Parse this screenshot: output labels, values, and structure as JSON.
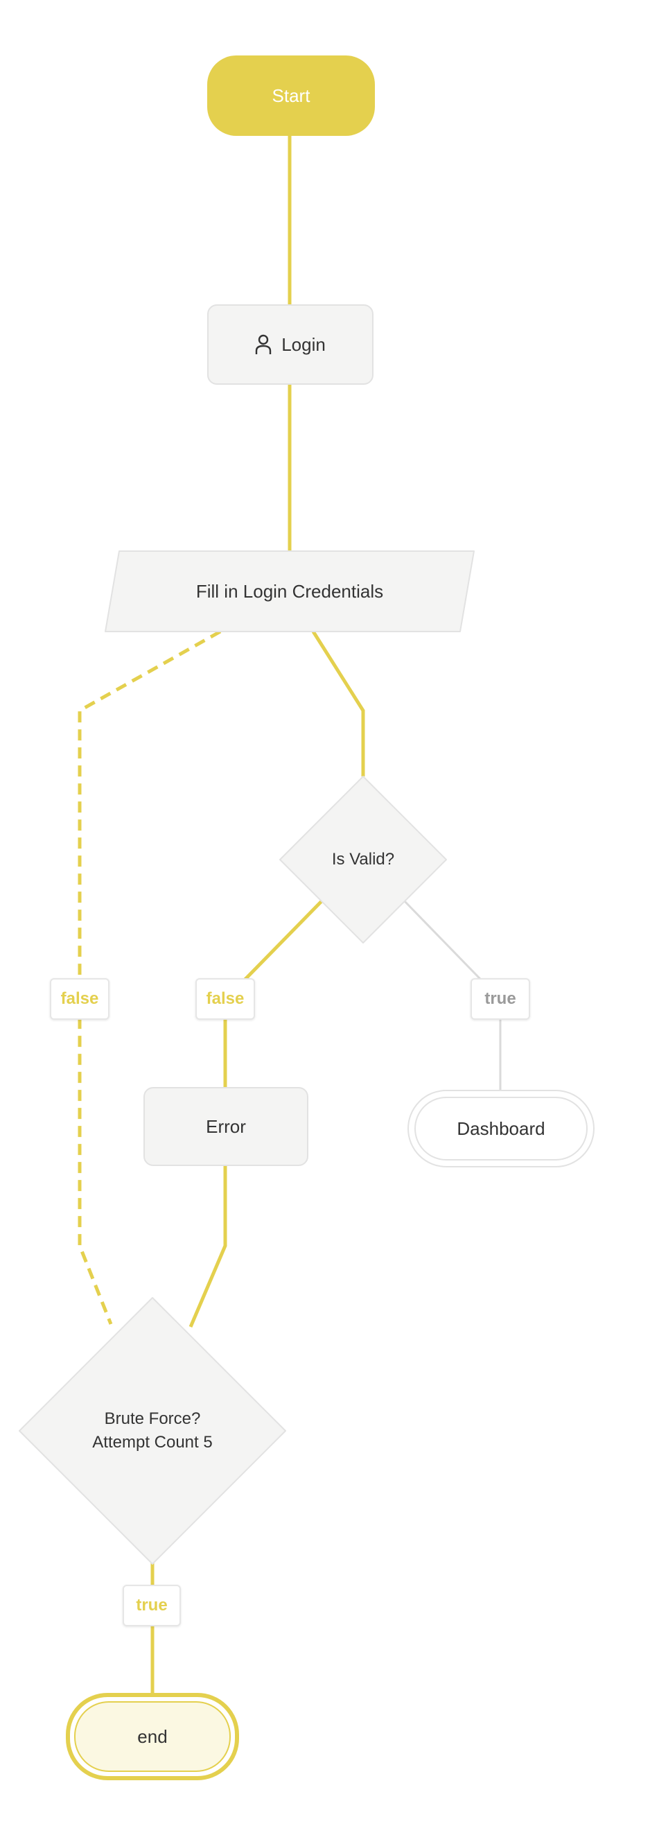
{
  "nodes": {
    "start": "Start",
    "login": "Login",
    "fill_credentials": "Fill in Login Credentials",
    "is_valid": "Is Valid?",
    "error": "Error",
    "dashboard": "Dashboard",
    "brute_force_line1": "Brute Force?",
    "brute_force_line2": "Attempt Count 5",
    "end": "end"
  },
  "edge_labels": {
    "fill_to_brute": "false",
    "isvalid_to_error": "false",
    "isvalid_to_dashboard": "true",
    "brute_to_end": "true"
  },
  "icons": {
    "login": "user-icon"
  },
  "colors": {
    "accent": "#e4d04e",
    "node_fill": "#f4f4f3",
    "node_border": "#e2e2e2",
    "neutral_edge": "#dadada",
    "end_fill": "#fbf8e2"
  }
}
